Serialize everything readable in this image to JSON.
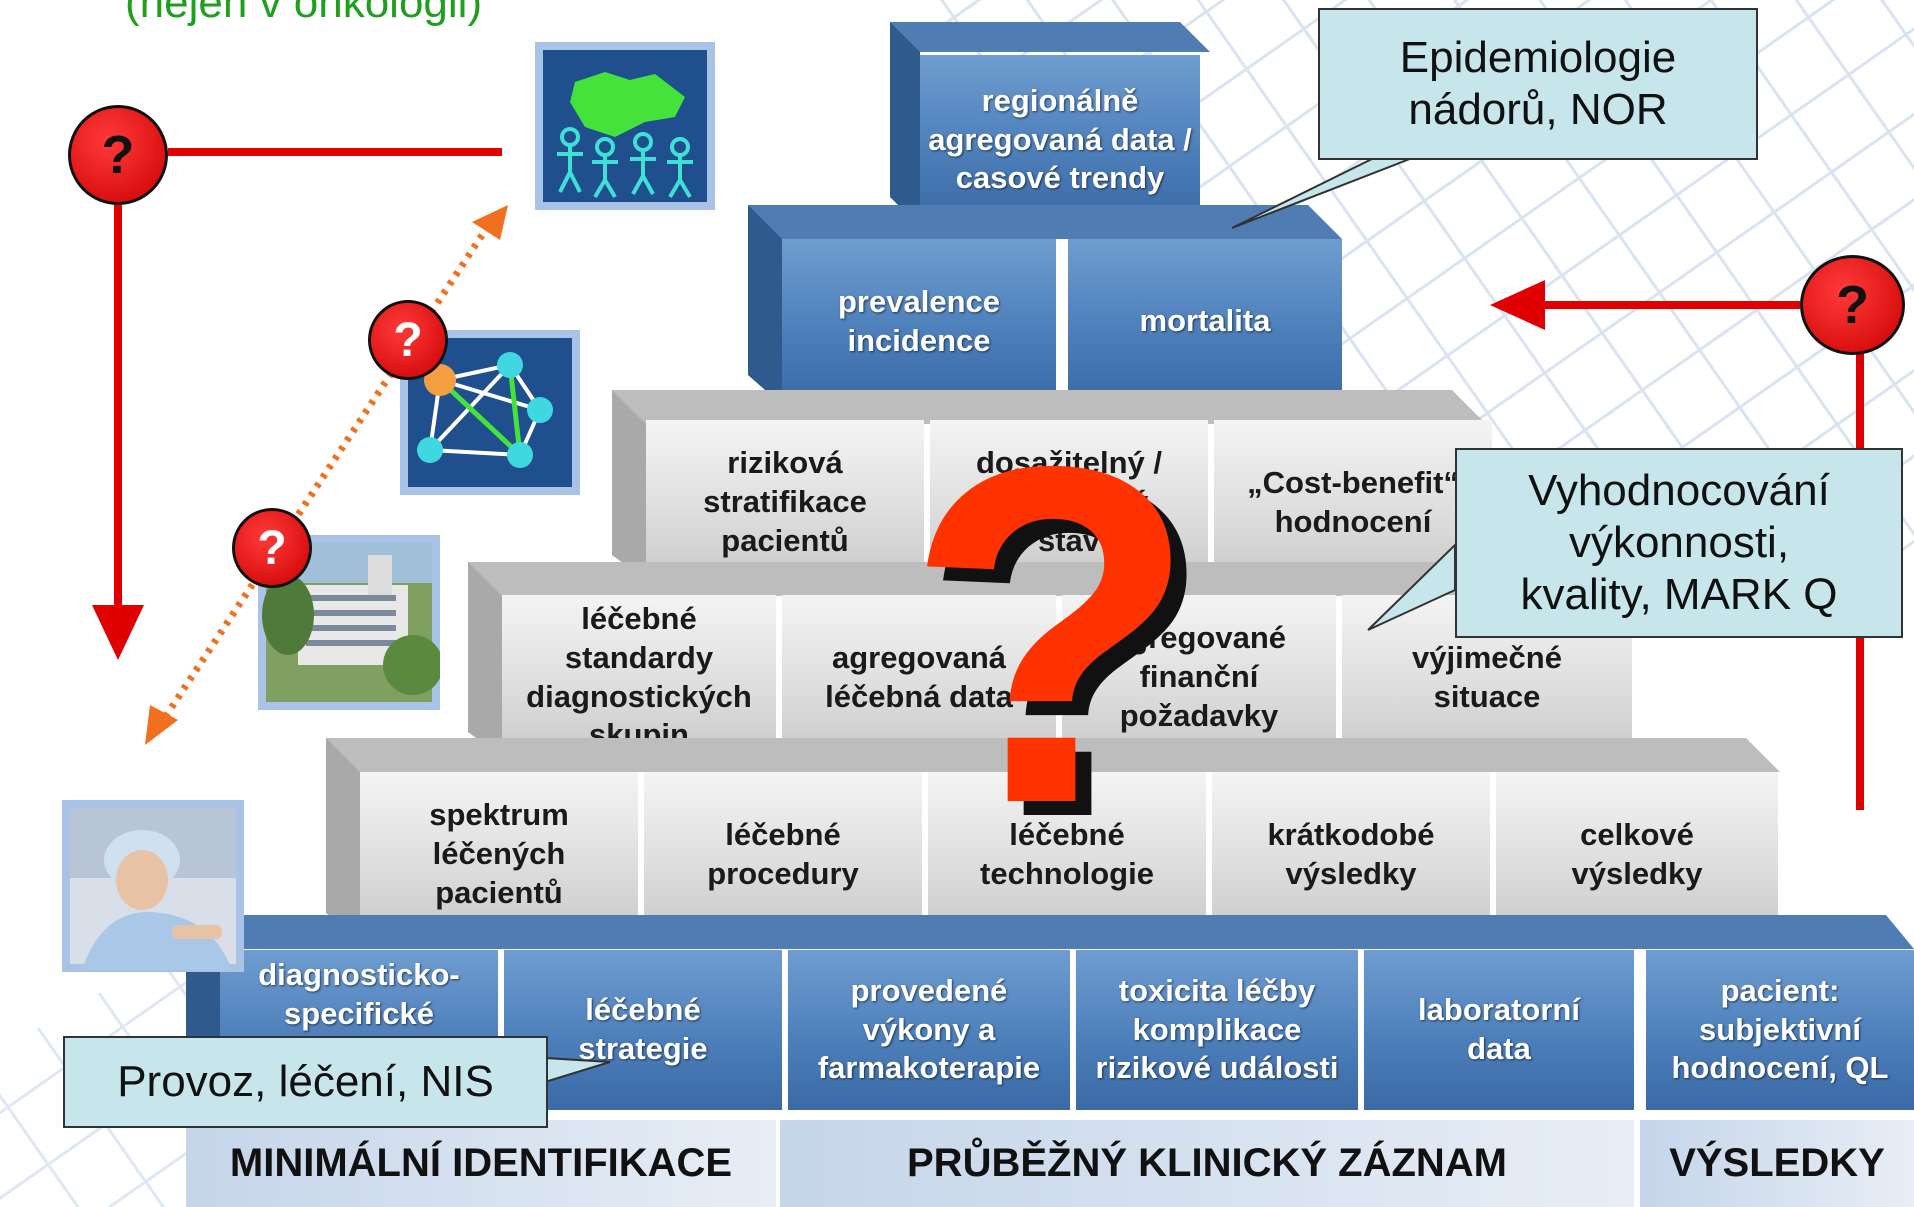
{
  "heading_partial": "(nejen v onkologii)",
  "pyramid": {
    "top": "regionálně\nagregovaná data /\ncasové trendy",
    "level2": [
      "prevalence\nincidence",
      "mortalita"
    ],
    "level3": [
      "riziková\nstratifikace\npacientů",
      "dosažitelný /\nočekávaný\nstav",
      "„Cost-benefit“\nhodnocení"
    ],
    "level4": [
      "léčebné standardy\ndiagnostických\nskupin",
      "agregovaná\nléčebná data",
      "agregované\nfinanční\npožadavky",
      "výjimečné\nsituace"
    ],
    "level5": [
      "spektrum\nléčených\npacientů",
      "léčebné\nprocedury",
      "léčebné\ntechnologie",
      "krátkodobé\nvýsledky",
      "celkové\nvýsledky"
    ],
    "base": [
      "diagnosticko-\nspecifické",
      "léčebné\nstrategie",
      "provedené\nvýkony a\nfarmakoterapie",
      "toxicita léčby\nkomplikace\nrizikové události",
      "laboratorní\ndata",
      "pacient:\nsubjektivní\nhodnocení, QL"
    ]
  },
  "bottom_labels": [
    "MINIMÁLNÍ IDENTIFIKACE",
    "PRŮBĚŽNÝ KLINICKÝ ZÁZNAM",
    "VÝSLEDKY"
  ],
  "callouts": {
    "epidemiology": "Epidemiologie\nnádorů, NOR",
    "evaluation": "Vyhodnocování\nvýkonnosti,\nkvality, MARK Q",
    "operation": "Provoz, léčení, NIS"
  },
  "question_mark": "?",
  "colors": {
    "accent_red": "#e00000",
    "arrow_orange": "#f07020",
    "heading_green": "#1f9e1f",
    "callout_fill": "#c6e6ec",
    "big_question_red": "#ff3300"
  },
  "icons": [
    "czech-map-people-icon",
    "network-icon",
    "hospital-photo",
    "patient-photo"
  ]
}
